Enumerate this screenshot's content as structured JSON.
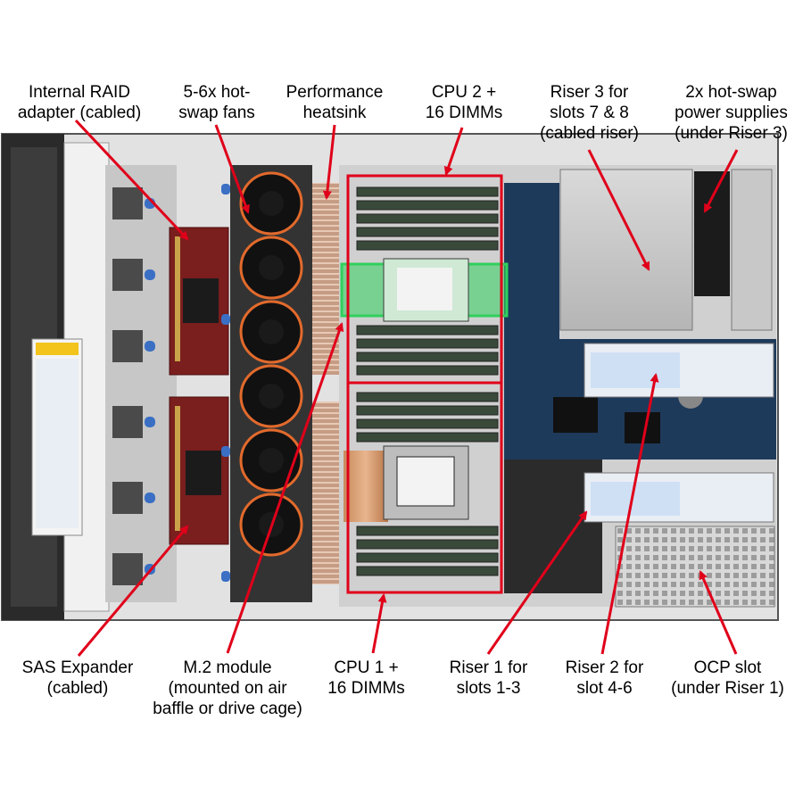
{
  "colors": {
    "callout": "#e0001a",
    "highlight": "#2fd05c",
    "chassis": "#2a2a2a",
    "board": "#1e3a5a",
    "raid_board": "#7a1e1e"
  },
  "labels_top": [
    {
      "id": "internal-raid",
      "lines": [
        "Internal RAID",
        "adapter (cabled)"
      ]
    },
    {
      "id": "fans",
      "lines": [
        "5-6x hot-",
        "swap fans"
      ]
    },
    {
      "id": "heatsink",
      "lines": [
        "Performance",
        "heatsink"
      ]
    },
    {
      "id": "cpu2",
      "lines": [
        "CPU 2 +",
        "16 DIMMs"
      ]
    },
    {
      "id": "riser3",
      "lines": [
        "Riser 3 for",
        "slots 7 & 8",
        "(cabled riser)"
      ]
    },
    {
      "id": "psu",
      "lines": [
        "2x hot-swap",
        "power supplies",
        "(under Riser 3)"
      ]
    }
  ],
  "labels_bottom": [
    {
      "id": "sas-expander",
      "lines": [
        "SAS Expander",
        "(cabled)"
      ]
    },
    {
      "id": "m2-module",
      "lines": [
        "M.2 module",
        "(mounted on air",
        "baffle or drive cage)"
      ]
    },
    {
      "id": "cpu1",
      "lines": [
        "CPU 1 +",
        "16 DIMMs"
      ]
    },
    {
      "id": "riser1",
      "lines": [
        "Riser 1 for",
        "slots 1-3"
      ]
    },
    {
      "id": "riser2",
      "lines": [
        "Riser 2 for",
        "slot 4-6"
      ]
    },
    {
      "id": "ocp",
      "lines": [
        "OCP slot",
        "(under Riser 1)"
      ]
    }
  ]
}
